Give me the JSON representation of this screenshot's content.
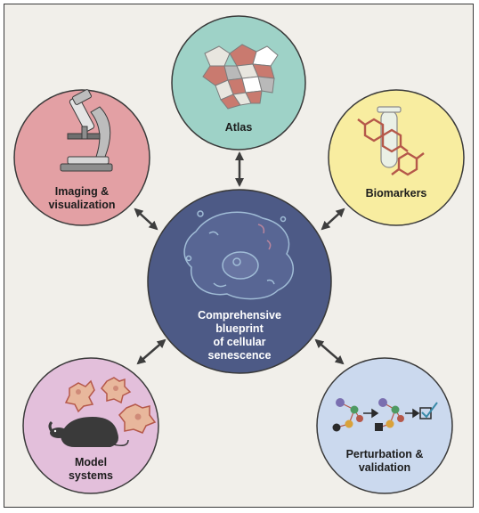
{
  "nodes": {
    "center": {
      "label": "Comprehensive\nblueprint\nof cellular\nsenescence",
      "fill": "#4d5a86"
    },
    "atlas": {
      "label": "Atlas",
      "fill": "#9ed2c7"
    },
    "biomarkers": {
      "label": "Biomarkers",
      "fill": "#f8eda0"
    },
    "imaging": {
      "label": "Imaging &\nvisualization",
      "fill": "#e3a0a4"
    },
    "model": {
      "label": "Model\nsystems",
      "fill": "#e3bfdb"
    },
    "perturbation": {
      "label": "Perturbation &\nvalidation",
      "fill": "#cbd9ee"
    }
  },
  "colors": {
    "outline": "#3a3a3a",
    "background": "#f1efea",
    "arrow": "#3d3d3d",
    "accent_red": "#b5584a",
    "accent_gray": "#b9b9b9"
  },
  "icons": {
    "atlas": "cell-mosaic-icon",
    "biomarkers": "test-tube-molecule-icon",
    "imaging": "microscope-icon",
    "model": "mouse-and-cells-icon",
    "perturbation": "network-graph-icon",
    "center": "senescent-cell-icon"
  }
}
